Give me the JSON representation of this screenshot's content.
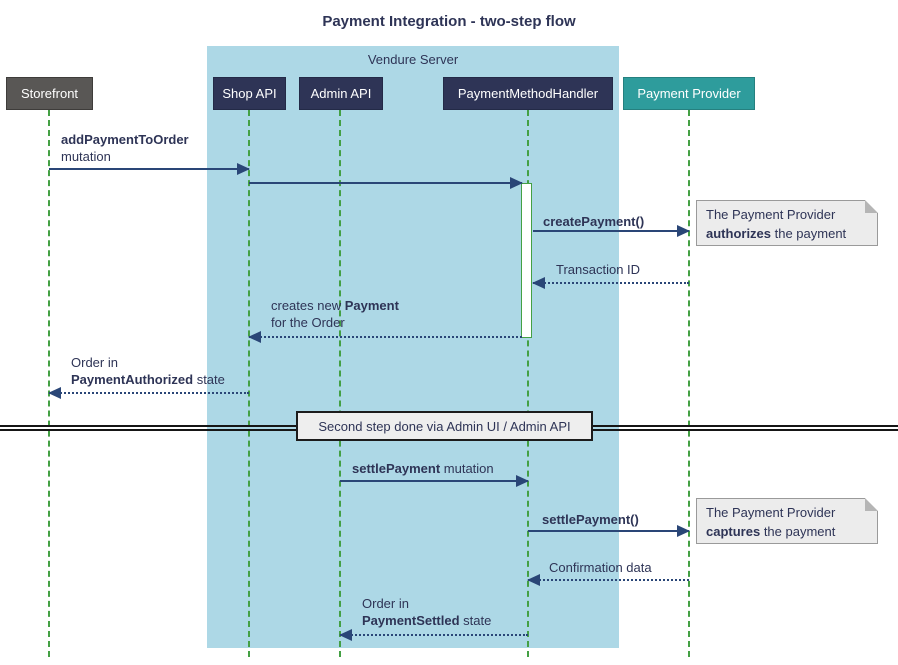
{
  "title": "Payment Integration - two-step flow",
  "frame": {
    "label": "Vendure Server"
  },
  "participants": [
    {
      "label": "Storefront"
    },
    {
      "label": "Shop API"
    },
    {
      "label": "Admin API"
    },
    {
      "label": "PaymentMethodHandler"
    },
    {
      "label": "Payment Provider"
    }
  ],
  "messages": [
    {
      "bold": "addPaymentToOrder",
      "line2": "mutation"
    },
    {
      "bold": "createPayment()"
    },
    {
      "text": "Transaction ID"
    },
    {
      "pre": "creates new ",
      "bold": "Payment",
      "line2": "for the Order"
    },
    {
      "line1": "Order in",
      "bold": "PaymentAuthorized",
      "rest": " state"
    },
    {
      "bold": "settlePayment",
      "rest": " mutation"
    },
    {
      "bold": "settlePayment()"
    },
    {
      "text": "Confirmation data"
    },
    {
      "line1": "Order in",
      "bold": "PaymentSettled",
      "rest": " state"
    }
  ],
  "notes": [
    {
      "line1": "The Payment Provider",
      "bold": "authorizes",
      "rest": " the payment"
    },
    {
      "line1": "The Payment Provider",
      "bold": "captures",
      "rest": " the payment"
    }
  ],
  "divider": {
    "label": "Second step done via Admin UI / Admin API"
  },
  "colors": {
    "frame_bg": "#ADD8E6",
    "participant_navy": "#2E3456",
    "participant_gray": "#595755",
    "participant_teal": "#2E9C9C",
    "lifeline_green": "#44A044",
    "arrow_navy": "#2A4677",
    "text_navy": "#2E3456",
    "note_bg": "#ECECEC"
  }
}
